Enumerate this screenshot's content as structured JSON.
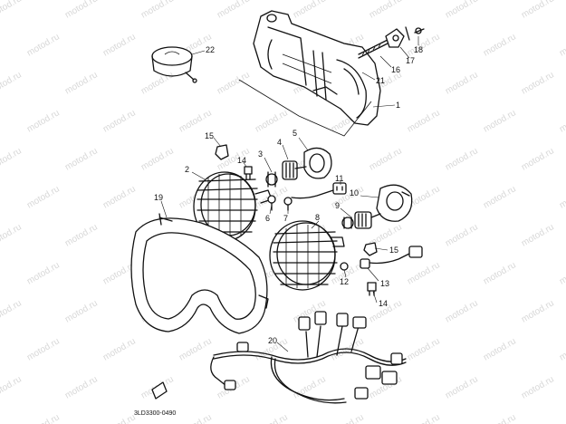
{
  "diagram": {
    "callouts": [
      {
        "id": "1",
        "label": "1"
      },
      {
        "id": "2",
        "label": "2"
      },
      {
        "id": "3",
        "label": "3"
      },
      {
        "id": "4",
        "label": "4"
      },
      {
        "id": "5",
        "label": "5"
      },
      {
        "id": "6",
        "label": "6"
      },
      {
        "id": "7",
        "label": "7"
      },
      {
        "id": "8",
        "label": "8"
      },
      {
        "id": "9",
        "label": "9"
      },
      {
        "id": "10",
        "label": "10"
      },
      {
        "id": "11",
        "label": "11"
      },
      {
        "id": "12",
        "label": "12"
      },
      {
        "id": "13",
        "label": "13"
      },
      {
        "id": "14a",
        "label": "14"
      },
      {
        "id": "14b",
        "label": "14"
      },
      {
        "id": "15a",
        "label": "15"
      },
      {
        "id": "15b",
        "label": "15"
      },
      {
        "id": "16",
        "label": "16"
      },
      {
        "id": "17",
        "label": "17"
      },
      {
        "id": "18",
        "label": "18"
      },
      {
        "id": "19",
        "label": "19"
      },
      {
        "id": "20",
        "label": "20"
      },
      {
        "id": "21",
        "label": "21"
      },
      {
        "id": "22",
        "label": "22"
      }
    ],
    "drawing_code": "3LD3300-0490",
    "watermark": "motod.ru"
  }
}
